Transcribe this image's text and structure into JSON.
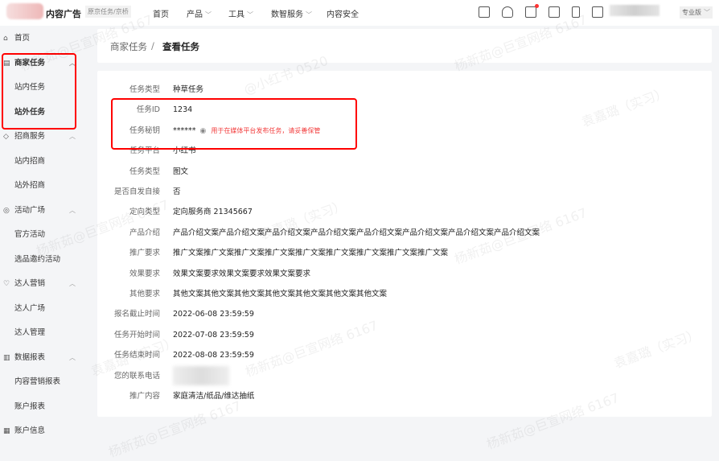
{
  "header": {
    "brand": "内容广告",
    "subtitle": "原京任务/京桥",
    "nav": [
      {
        "label": "首页",
        "dropdown": false
      },
      {
        "label": "产品",
        "dropdown": true
      },
      {
        "label": "工具",
        "dropdown": true
      },
      {
        "label": "数智服务",
        "dropdown": true
      },
      {
        "label": "内容安全",
        "dropdown": false
      }
    ],
    "icons": [
      "search-doc-icon",
      "graduation-cap-icon",
      "mail-icon",
      "edit-doc-icon",
      "tablet-icon",
      "screen-icon"
    ],
    "edition": "专业版"
  },
  "sidebar": [
    {
      "label": "首页",
      "icon": "home-icon",
      "level": 0
    },
    {
      "label": "商家任务",
      "icon": "doc-icon",
      "level": 0,
      "expanded": true,
      "active": true
    },
    {
      "label": "站内任务",
      "level": 1
    },
    {
      "label": "站外任务",
      "level": 1,
      "active": true
    },
    {
      "label": "招商服务",
      "icon": "diamond-icon",
      "level": 0,
      "expanded": true
    },
    {
      "label": "站内招商",
      "level": 1
    },
    {
      "label": "站外招商",
      "level": 1
    },
    {
      "label": "活动广场",
      "icon": "check-circle-icon",
      "level": 0,
      "expanded": true
    },
    {
      "label": "官方活动",
      "level": 1
    },
    {
      "label": "选品邀约活动",
      "level": 1
    },
    {
      "label": "达人营销",
      "icon": "heart-icon",
      "level": 0,
      "expanded": true
    },
    {
      "label": "达人广场",
      "level": 1
    },
    {
      "label": "达人管理",
      "level": 1
    },
    {
      "label": "数据报表",
      "icon": "report-icon",
      "level": 0,
      "expanded": true
    },
    {
      "label": "内容营销报表",
      "level": 1
    },
    {
      "label": "账户报表",
      "level": 1
    },
    {
      "label": "账户信息",
      "icon": "account-icon",
      "level": 0
    }
  ],
  "breadcrumb": {
    "parent": "商家任务",
    "separator": "/",
    "current": "查看任务"
  },
  "details": [
    {
      "label": "任务类型",
      "value": "种草任务"
    },
    {
      "label": "任务ID",
      "value": "1234"
    },
    {
      "label": "任务秘钥",
      "value": "******",
      "hint": "用于在媒体平台发布任务，请妥善保管"
    },
    {
      "label": "任务平台",
      "value": "小红书"
    },
    {
      "label": "任务类型",
      "value": "图文"
    },
    {
      "label": "是否自发自接",
      "value": "否"
    },
    {
      "label": "定向类型",
      "value": "定向服务商 21345667"
    },
    {
      "label": "产品介绍",
      "value": "产品介绍文案产品介绍文案产品介绍文案产品介绍文案产品介绍文案产品介绍文案产品介绍文案产品介绍文案"
    },
    {
      "label": "推广要求",
      "value": "推广文案推广文案推广文案推广文案推广文案推广文案推广文案推广文案推广文案"
    },
    {
      "label": "效果要求",
      "value": "效果文案要求效果文案要求效果文案要求"
    },
    {
      "label": "其他要求",
      "value": "其他文案其他文案其他文案其他文案其他文案其他文案其他文案"
    },
    {
      "label": "报名截止时间",
      "value": "2022-06-08 23:59:59"
    },
    {
      "label": "任务开始时间",
      "value": "2022-07-08 23:59:59"
    },
    {
      "label": "任务结束时间",
      "value": "2022-08-08 23:59:59"
    },
    {
      "label": "您的联系电话",
      "value": ""
    },
    {
      "label": "推广内容",
      "value": "家庭清洁/纸品/维达抽纸"
    }
  ],
  "watermarks": [
    "杨新茹@巨宣网络 6167",
    "@小红书 0520",
    "袁嘉璐（实习）"
  ],
  "colors": {
    "highlight": "#ff0000",
    "hint": "#f23c3c"
  }
}
